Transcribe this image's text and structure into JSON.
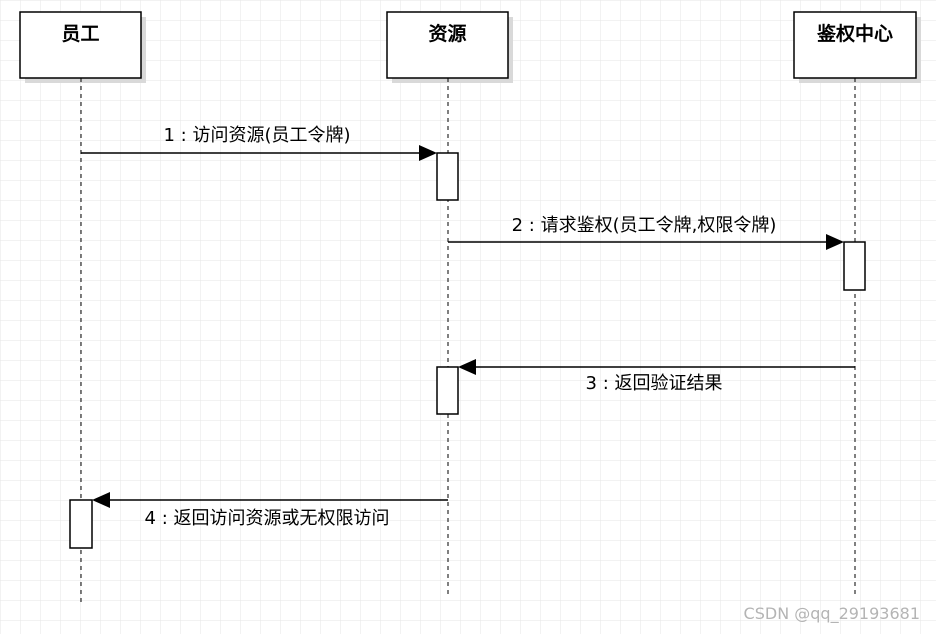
{
  "diagram": {
    "participants": [
      {
        "id": "employee",
        "label": "员工"
      },
      {
        "id": "resource",
        "label": "资源"
      },
      {
        "id": "auth-center",
        "label": "鉴权中心"
      }
    ],
    "messages": [
      {
        "id": "m1",
        "label": "1 : 访问资源(员工令牌)",
        "from": "employee",
        "to": "resource"
      },
      {
        "id": "m2",
        "label": "2 : 请求鉴权(员工令牌,权限令牌)",
        "from": "resource",
        "to": "auth-center"
      },
      {
        "id": "m3",
        "label": "3 : 返回验证结果",
        "from": "auth-center",
        "to": "resource"
      },
      {
        "id": "m4",
        "label": "4 : 返回访问资源或无权限访问",
        "from": "resource",
        "to": "employee"
      }
    ]
  },
  "watermark": "CSDN @qq_29193681",
  "colors": {
    "grid": "#e6e6e6",
    "stroke": "#000000",
    "box_fill": "#ffffff",
    "shadow": "#d9d9d9",
    "watermark": "#b4b4b4"
  }
}
